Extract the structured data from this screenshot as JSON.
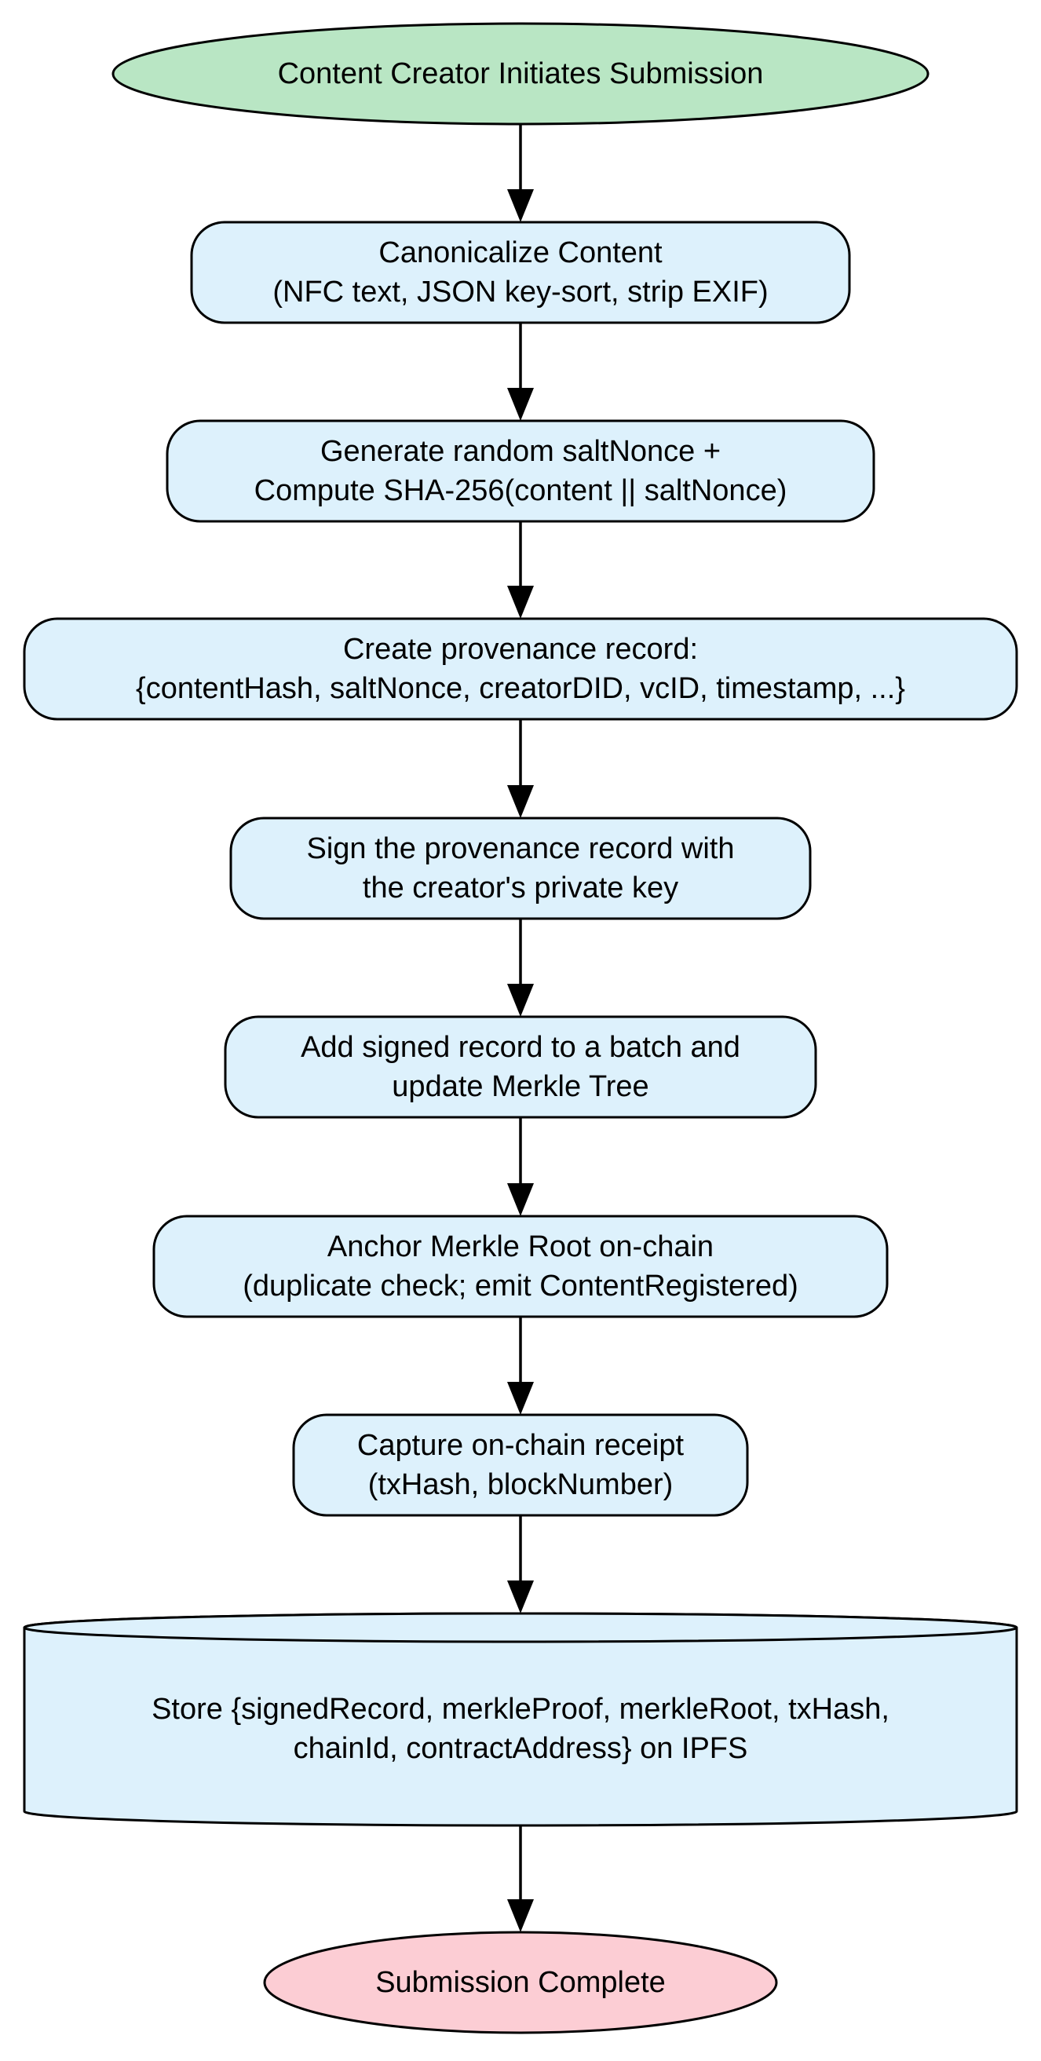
{
  "colors": {
    "start_fill": "#b9e6c4",
    "process_fill": "#ddf1fc",
    "end_fill": "#fccdd4",
    "stroke": "#000000",
    "background": "#ffffff"
  },
  "nodes": [
    {
      "id": "start",
      "shape": "ellipse",
      "lines": [
        "Content Creator Initiates Submission"
      ]
    },
    {
      "id": "canonicalize",
      "shape": "rounded-rect",
      "lines": [
        "Canonicalize Content",
        "(NFC text, JSON key-sort, strip EXIF)"
      ]
    },
    {
      "id": "hash",
      "shape": "rounded-rect",
      "lines": [
        "Generate random saltNonce +",
        "Compute SHA-256(content || saltNonce)"
      ]
    },
    {
      "id": "record",
      "shape": "rounded-rect",
      "lines": [
        "Create provenance record:",
        "{contentHash, saltNonce, creatorDID, vcID, timestamp, ...}"
      ]
    },
    {
      "id": "sign",
      "shape": "rounded-rect",
      "lines": [
        "Sign the provenance record with",
        "the creator's private key"
      ]
    },
    {
      "id": "batch",
      "shape": "rounded-rect",
      "lines": [
        "Add signed record to a batch and",
        "update Merkle Tree"
      ]
    },
    {
      "id": "anchor",
      "shape": "rounded-rect",
      "lines": [
        "Anchor Merkle Root on-chain",
        "(duplicate check; emit ContentRegistered)"
      ]
    },
    {
      "id": "receipt",
      "shape": "rounded-rect",
      "lines": [
        "Capture on-chain receipt",
        "(txHash, blockNumber)"
      ]
    },
    {
      "id": "store",
      "shape": "cylinder",
      "lines": [
        "Store {signedRecord, merkleProof, merkleRoot, txHash,",
        "chainId, contractAddress} on IPFS"
      ]
    },
    {
      "id": "end",
      "shape": "ellipse",
      "lines": [
        "Submission Complete"
      ]
    }
  ],
  "edges": [
    {
      "from": "start",
      "to": "canonicalize"
    },
    {
      "from": "canonicalize",
      "to": "hash"
    },
    {
      "from": "hash",
      "to": "record"
    },
    {
      "from": "record",
      "to": "sign"
    },
    {
      "from": "sign",
      "to": "batch"
    },
    {
      "from": "batch",
      "to": "anchor"
    },
    {
      "from": "anchor",
      "to": "receipt"
    },
    {
      "from": "receipt",
      "to": "store"
    },
    {
      "from": "store",
      "to": "end"
    }
  ]
}
